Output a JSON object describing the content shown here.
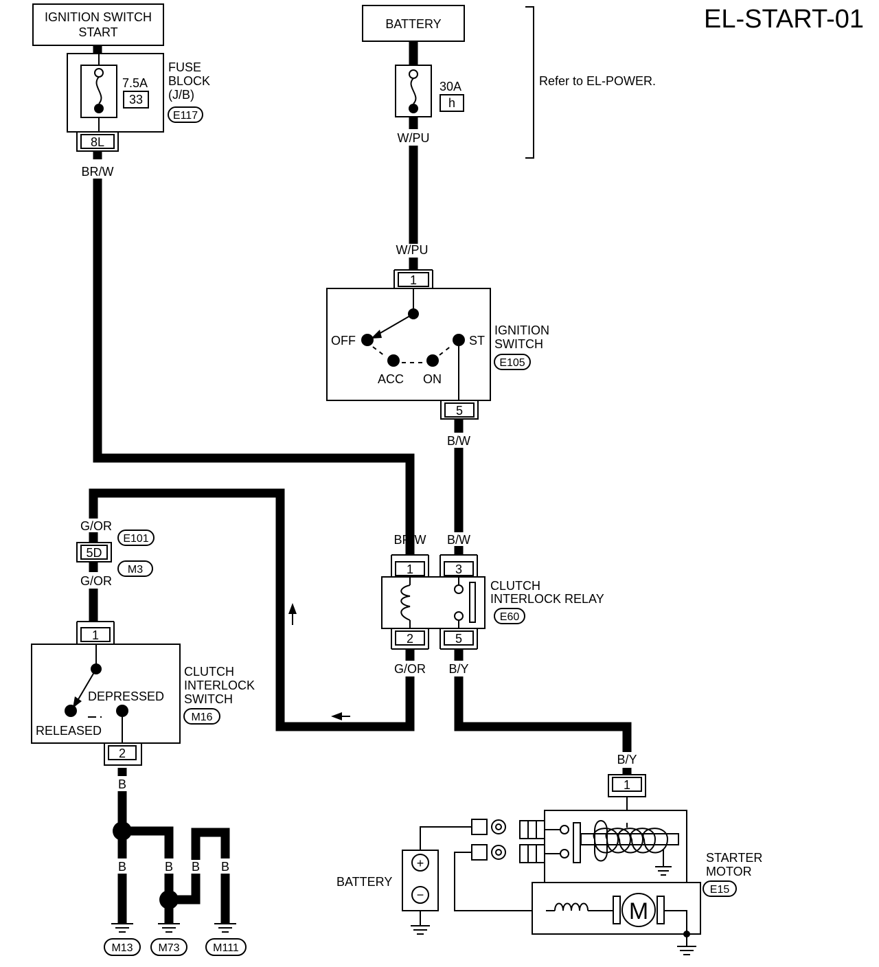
{
  "title": "EL-START-01",
  "note": "Refer to EL-POWER.",
  "ignition_switch_start": {
    "line1": "IGNITION SWITCH",
    "line2": "START"
  },
  "battery_top": {
    "label": "BATTERY"
  },
  "fuse_block": {
    "line1": "FUSE",
    "line2": "BLOCK",
    "line3": "(J/B)",
    "connector": "E117",
    "rating": "7.5A",
    "fuse_no": "33",
    "terminal": "8L"
  },
  "battery_fuse": {
    "rating": "30A",
    "fuse_no": "h"
  },
  "ignition_switch": {
    "line1": "IGNITION",
    "line2": "SWITCH",
    "connector": "E105",
    "pos_off": "OFF",
    "pos_acc": "ACC",
    "pos_on": "ON",
    "pos_st": "ST",
    "terminal_in": "1",
    "terminal_out": "5"
  },
  "clutch_relay": {
    "line1": "CLUTCH",
    "line2": "INTERLOCK RELAY",
    "connector": "E60",
    "t1": "1",
    "t2": "2",
    "t3": "3",
    "t5": "5"
  },
  "clutch_switch": {
    "line1": "CLUTCH",
    "line2": "INTERLOCK",
    "line3": "SWITCH",
    "connector": "M16",
    "depressed": "DEPRESSED",
    "released": "RELEASED",
    "t1": "1",
    "t2": "2"
  },
  "joint": {
    "terminal": "5D",
    "conn_upper": "E101",
    "conn_lower": "M3"
  },
  "starter": {
    "line1": "STARTER",
    "line2": "MOTOR",
    "connector": "E15",
    "terminal": "1",
    "motor": "M",
    "battery_label": "BATTERY",
    "plus": "+",
    "minus": "−"
  },
  "grounds": [
    "M13",
    "M73",
    "M111"
  ],
  "wires": {
    "brw": "BR/W",
    "wpu": "W/PU",
    "bw": "B/W",
    "gor": "G/OR",
    "by": "B/Y",
    "b": "B"
  }
}
